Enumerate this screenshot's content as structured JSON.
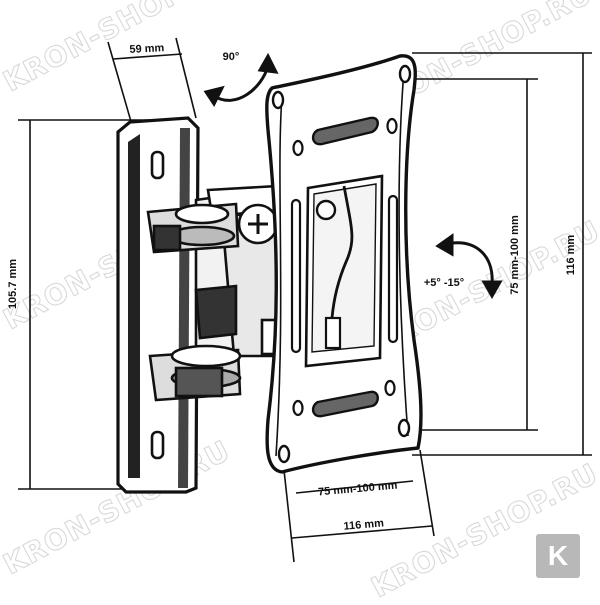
{
  "watermark": "KRON-SHOP.RU",
  "brand_badge": "K",
  "dimensions": {
    "arm_width": "59 mm",
    "swivel_angle": "90°",
    "wall_plate_height": "105.7 mm",
    "vesa_vertical": "75 mm-100 mm",
    "plate_height": "116 mm",
    "tilt_range": "+5° -15°",
    "vesa_horizontal": "75 mm-100 mm",
    "plate_width": "116 mm"
  }
}
